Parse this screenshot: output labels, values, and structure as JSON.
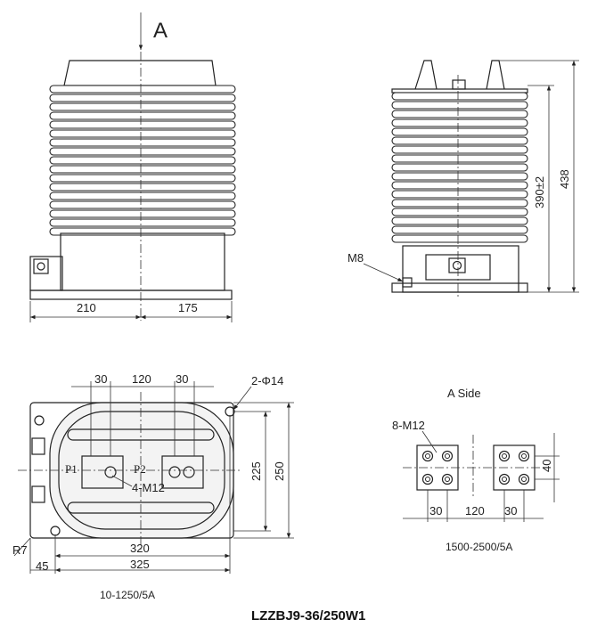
{
  "view_marker": "A",
  "front_view": {
    "dim_left": "210",
    "dim_right": "175"
  },
  "side_view": {
    "bolt_label": "M8",
    "dim_height_inner": "390±2",
    "dim_height_total": "438"
  },
  "bottom_view": {
    "dim_terminal_a": "30",
    "dim_terminal_spacing": "120",
    "dim_terminal_b": "30",
    "mounting_holes": "2-Φ14",
    "terminal_p1": "P1",
    "terminal_p2": "P2",
    "terminal_bolts": "4-M12",
    "dim_inner_height": "225",
    "dim_outer_height": "250",
    "dim_corner_radius": "R7",
    "dim_edge": "45",
    "dim_hole_spacing": "320",
    "dim_total_width": "325",
    "rating_caption": "10-1250/5A"
  },
  "a_side_view": {
    "title": "A Side",
    "bolt_label": "8-M12",
    "dim_pad_a": "30",
    "dim_spacing": "120",
    "dim_pad_b": "30",
    "dim_height": "40",
    "rating_caption": "1500-2500/5A"
  },
  "model_name": "LZZBJ9-36/250W1"
}
